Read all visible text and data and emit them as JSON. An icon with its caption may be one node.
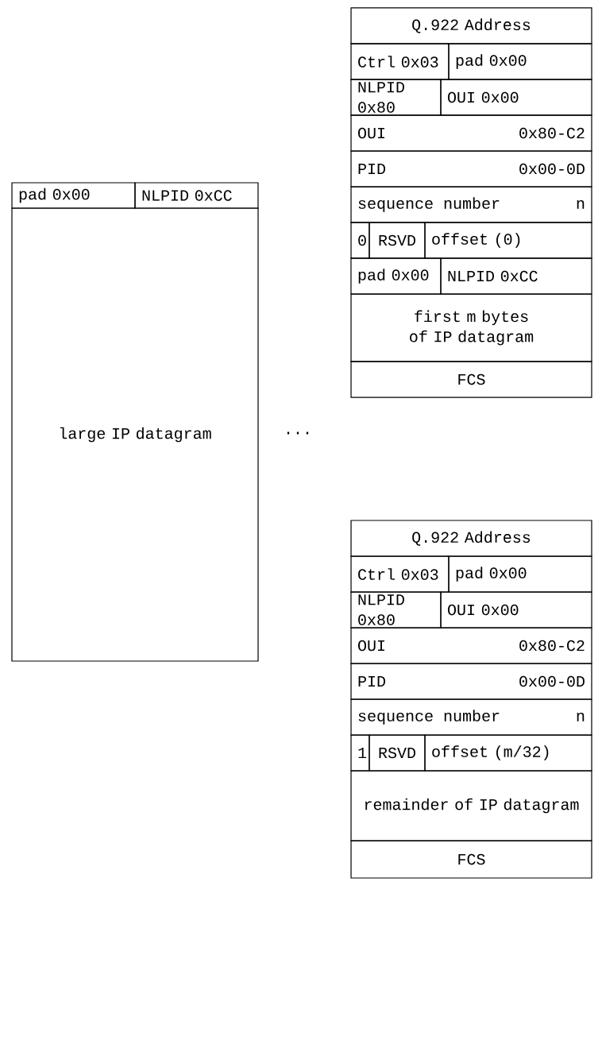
{
  "diagram": {
    "nodes": [
      {
        "text": [
          "pad 0x00"
        ]
      },
      {
        "text": [
          "NLPID 0xCC"
        ]
      },
      {
        "text": [
          "large IP datagram"
        ]
      },
      {
        "text": [
          "Q.922 Address"
        ]
      },
      {
        "text": [
          "Ctrl 0x03"
        ]
      },
      {
        "text": [
          "pad 0x00"
        ]
      },
      {
        "text": [
          "NLPID 0x80"
        ]
      },
      {
        "text": [
          "OUI 0x00"
        ]
      },
      {
        "text": [
          "OUI",
          "0x80-C2"
        ]
      },
      {
        "text": [
          "PID",
          "0x00-0D"
        ]
      },
      {
        "text": [
          "sequence number",
          "n"
        ]
      },
      {
        "text": [
          "0"
        ]
      },
      {
        "text": [
          "RSVD"
        ]
      },
      {
        "text": [
          "offset (0)"
        ]
      },
      {
        "text": [
          "pad 0x00"
        ]
      },
      {
        "text": [
          "NLPID 0xCC"
        ]
      },
      {
        "text": [
          "first m bytes of IP datagram"
        ]
      },
      {
        "text": [
          "FCS"
        ]
      },
      {
        "text": [
          "Q.922 Address"
        ]
      },
      {
        "text": [
          "Ctrl 0x03"
        ]
      },
      {
        "text": [
          "pad 0x00"
        ]
      },
      {
        "text": [
          "NLPID 0x80"
        ]
      },
      {
        "text": [
          "OUI 0x00"
        ]
      },
      {
        "text": [
          "OUI",
          "0x80-C2"
        ]
      },
      {
        "text": [
          "PID",
          "0x00-0D"
        ]
      },
      {
        "text": [
          "sequence number",
          "n"
        ]
      },
      {
        "text": [
          "1"
        ]
      },
      {
        "text": [
          "RSVD"
        ]
      },
      {
        "text": [
          "offset (m/32)"
        ]
      },
      {
        "text": [
          "remainder of IP datagram"
        ]
      },
      {
        "text": [
          "FCS"
        ]
      }
    ],
    "labels": [
      "..."
    ]
  }
}
